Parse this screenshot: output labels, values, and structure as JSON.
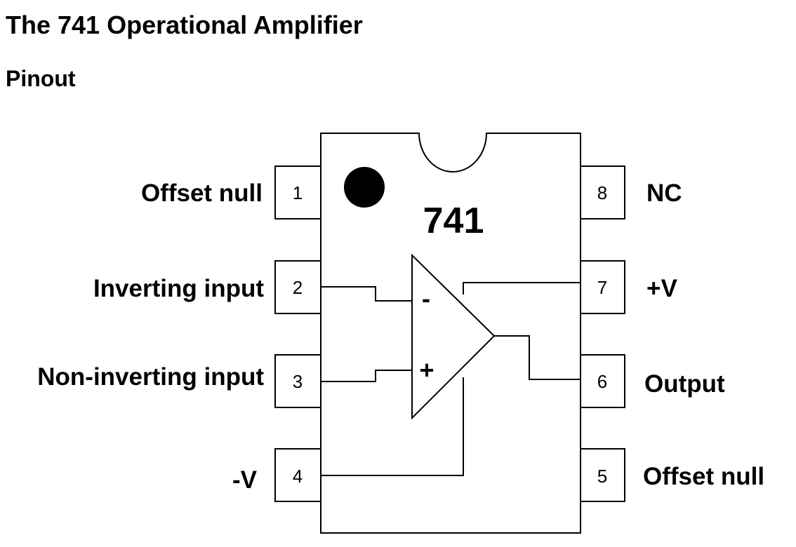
{
  "header": {
    "title": "The 741 Operational Amplifier",
    "subtitle": "Pinout"
  },
  "chip": {
    "label": "741",
    "opamp": {
      "inverting_sign": "-",
      "noninverting_sign": "+"
    }
  },
  "pins": [
    {
      "number": "1",
      "label": "Offset null"
    },
    {
      "number": "2",
      "label": "Inverting input"
    },
    {
      "number": "3",
      "label": "Non-inverting input"
    },
    {
      "number": "4",
      "label": "-V"
    },
    {
      "number": "5",
      "label": "Offset null"
    },
    {
      "number": "6",
      "label": "Output"
    },
    {
      "number": "7",
      "label": "+V"
    },
    {
      "number": "8",
      "label": "NC"
    }
  ],
  "colors": {
    "line": "#000000",
    "background": "#ffffff"
  }
}
